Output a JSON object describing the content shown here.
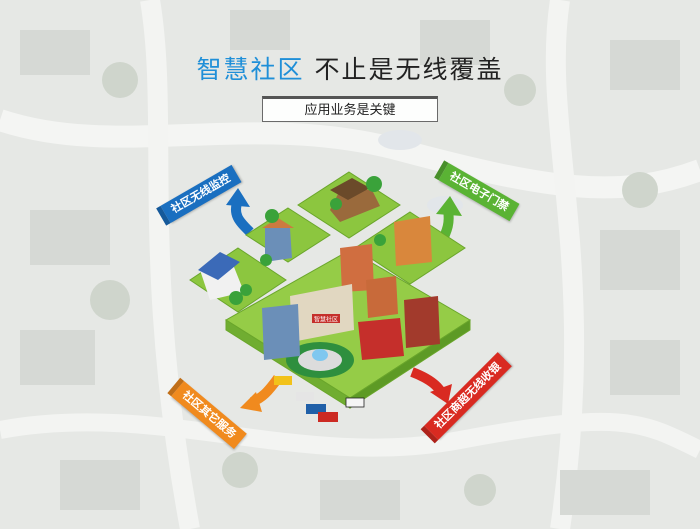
{
  "header": {
    "title_blue": "智慧社区",
    "title_dark": "不止是无线覆盖",
    "subtitle": "应用业务是关键"
  },
  "labels": {
    "monitoring": "社区无线监控",
    "access": "社区电子门禁",
    "other_services": "社区其它服务",
    "cashier": "社区商超无线收银"
  },
  "signs": {
    "building_sign": "智慧社区"
  },
  "colors": {
    "title_blue": "#1f8fd8",
    "monitoring_ribbon": "#1a6fc0",
    "access_ribbon": "#5ab334",
    "other_services_ribbon": "#f08a1e",
    "cashier_ribbon": "#d92a21",
    "grass": "#8cc63f"
  }
}
